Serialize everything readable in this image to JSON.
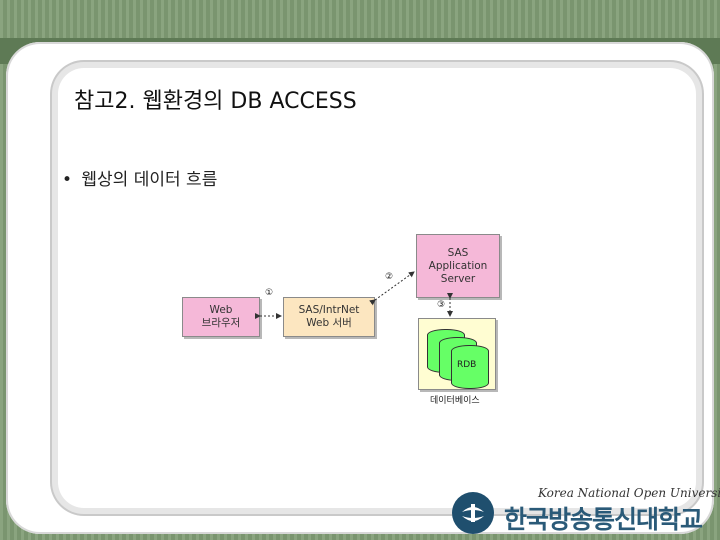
{
  "slide": {
    "title": "참고2. 웹환경의 DB ACCESS",
    "bullet": "웹상의 데이터 흐름"
  },
  "diagram": {
    "web_browser": {
      "line1": "Web",
      "line2": "브라우저"
    },
    "sas_intrnet": {
      "line1": "SAS/IntrNet",
      "line2": "Web 서버"
    },
    "sas_app": {
      "line1": "SAS",
      "line2": "Application",
      "line3": "Server"
    },
    "database": {
      "rdb": "RDB",
      "caption": "데이터베이스"
    },
    "steps": [
      "①",
      "②",
      "③"
    ]
  },
  "footer": {
    "logo_en": "Korea National Open University",
    "logo_kr": "한국방송통신대학교"
  },
  "colors": {
    "pink": "#f5b8d8",
    "cream": "#fffdd2",
    "green": "#66ff66",
    "background": "#7f9a74"
  }
}
